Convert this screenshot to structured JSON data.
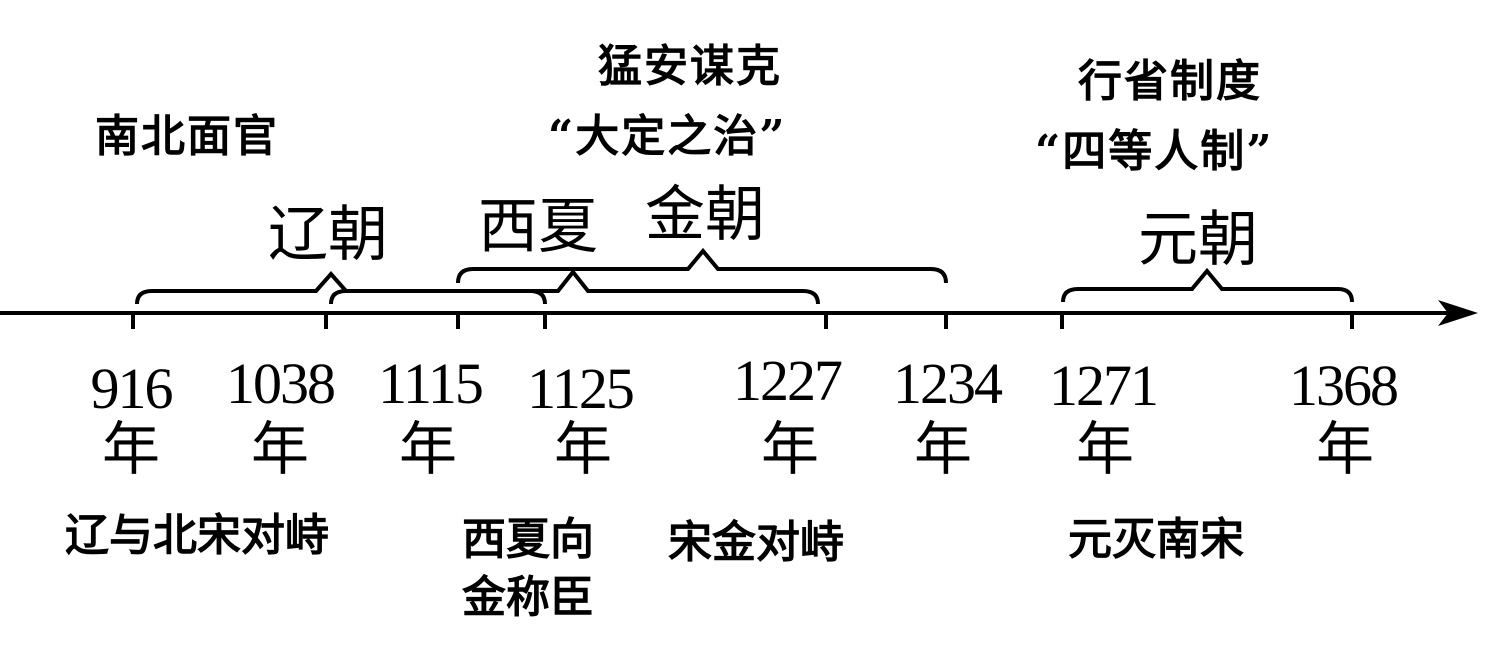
{
  "notes": {
    "liao": "南北面官",
    "jin_line1": "猛安谋克",
    "jin_line2": "“大定之治”",
    "yuan_line1": "行省制度",
    "yuan_line2": "“四等人制”"
  },
  "dynasties": {
    "liao": "辽朝",
    "xixia": "西夏",
    "jin": "金朝",
    "yuan": "元朝"
  },
  "years": [
    {
      "value": "916",
      "unit": "年"
    },
    {
      "value": "1038",
      "unit": "年"
    },
    {
      "value": "1115",
      "unit": "年"
    },
    {
      "value": "1125",
      "unit": "年"
    },
    {
      "value": "1227",
      "unit": "年"
    },
    {
      "value": "1234",
      "unit": "年"
    },
    {
      "value": "1271",
      "unit": "年"
    },
    {
      "value": "1368",
      "unit": "年"
    }
  ],
  "events": {
    "liao_song": "辽与北宋对峙",
    "xixia_jin_line1": "西夏向",
    "xixia_jin_line2": "金称臣",
    "song_jin": "宋金对峙",
    "yuan_song": "元灭南宋"
  },
  "colors": {
    "ink": "#000000",
    "background": "#ffffff"
  }
}
